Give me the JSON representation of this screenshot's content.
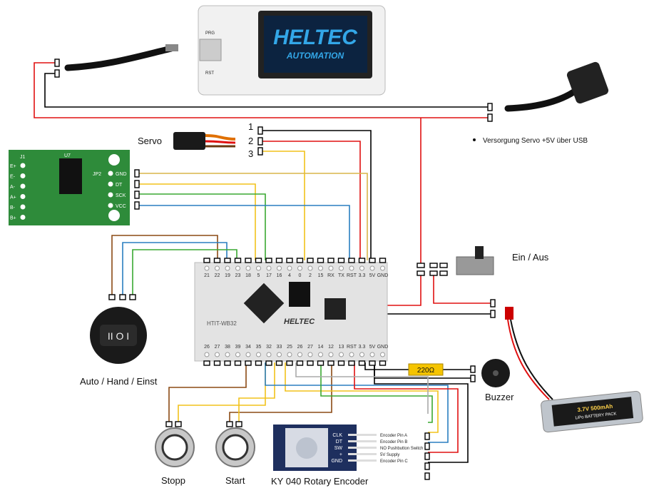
{
  "colors": {
    "red": "#e01010",
    "black": "#000000",
    "yellow": "#f2c21b",
    "green": "#3aa832",
    "blue": "#2a7fc0",
    "brown": "#8b4a14",
    "tan": "#d9b64a",
    "pcb_green": "#2e8b3a",
    "encoder_blue": "#1e2f5e",
    "resistor": "#f5c400"
  },
  "heltec_top": {
    "logo": "HELTEC",
    "sub": "AUTOMATION",
    "prg": "PRG",
    "rst": "RST"
  },
  "usb_note": "Versorgung Servo +5V über USB",
  "servo": {
    "label": "Servo",
    "pins": [
      "1",
      "2",
      "3"
    ]
  },
  "hx711": {
    "left_pins": [
      "E+",
      "E-",
      "A-",
      "A+",
      "B-",
      "B+"
    ],
    "right_pins": [
      "GND",
      "DT",
      "SCK",
      "VCC"
    ],
    "chip": "U7",
    "j1": "J1",
    "jp2": "JP2"
  },
  "board": {
    "name": "HTIT-WB32",
    "logo": "HELTEC",
    "top_pins": [
      "21",
      "22",
      "19",
      "23",
      "18",
      "5",
      "17",
      "16",
      "4",
      "0",
      "2",
      "15",
      "RX",
      "TX",
      "RST",
      "3.3",
      "5V",
      "GND"
    ],
    "bottom_pins": [
      "26",
      "27",
      "38",
      "39",
      "34",
      "35",
      "32",
      "33",
      "25",
      "26",
      "27",
      "14",
      "12",
      "13",
      "RST",
      "3.3",
      "5V",
      "GND"
    ]
  },
  "switch_label": "Ein / Aus",
  "rocker": {
    "label": "Auto / Hand / Einst",
    "symbol": "II O I"
  },
  "resistor": "220Ω",
  "buzzer": "Buzzer",
  "battery": {
    "line1": "3.7V 500mAh",
    "line2": "LiPo BATTERY PACK"
  },
  "buttons": {
    "stopp": "Stopp",
    "start": "Start"
  },
  "encoder": {
    "label": "KY 040 Rotary Encoder",
    "pins": [
      "CLK",
      "DT",
      "SW",
      "+",
      "GND"
    ],
    "descriptions": [
      "Encoder Pin A",
      "Encoder Pin B",
      "NO Pushbutton Switch",
      "5V Supply",
      "Encoder Pin C"
    ]
  }
}
